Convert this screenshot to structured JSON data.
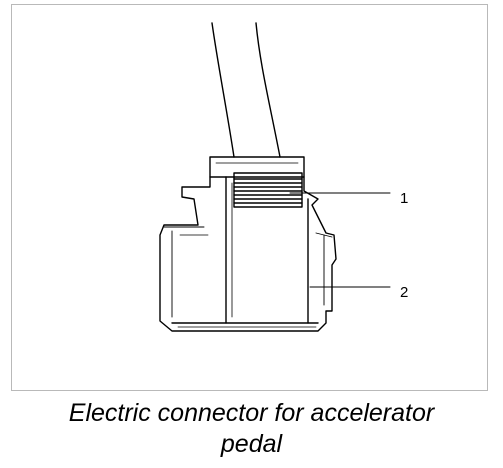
{
  "figure": {
    "callouts": [
      {
        "label": "1"
      },
      {
        "label": "2"
      }
    ]
  },
  "caption": {
    "line1": "Electric connector for accelerator",
    "line2": "pedal"
  },
  "colors": {
    "stroke": "#000000",
    "frame": "#b9b9b9",
    "background": "#ffffff"
  }
}
